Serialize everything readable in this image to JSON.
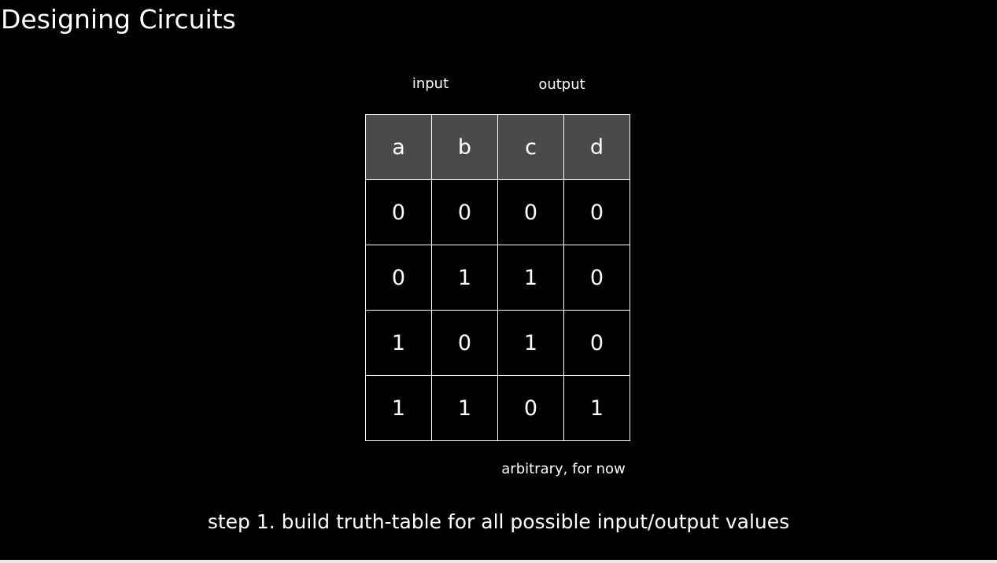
{
  "slide": {
    "title": "Designing Circuits",
    "input_label": "input",
    "output_label": "output",
    "note": "arbitrary, for now",
    "caption": "step 1. build truth-table for all possible input/output values"
  },
  "table": {
    "headers": [
      "a",
      "b",
      "c",
      "d"
    ],
    "rows": [
      [
        "0",
        "0",
        "0",
        "0"
      ],
      [
        "0",
        "1",
        "1",
        "0"
      ],
      [
        "1",
        "0",
        "1",
        "0"
      ],
      [
        "1",
        "1",
        "0",
        "1"
      ]
    ]
  },
  "colors": {
    "background": "#000000",
    "text": "#ffffff",
    "header_fill": "#4a4a4a",
    "grid_line": "#ffffff"
  }
}
